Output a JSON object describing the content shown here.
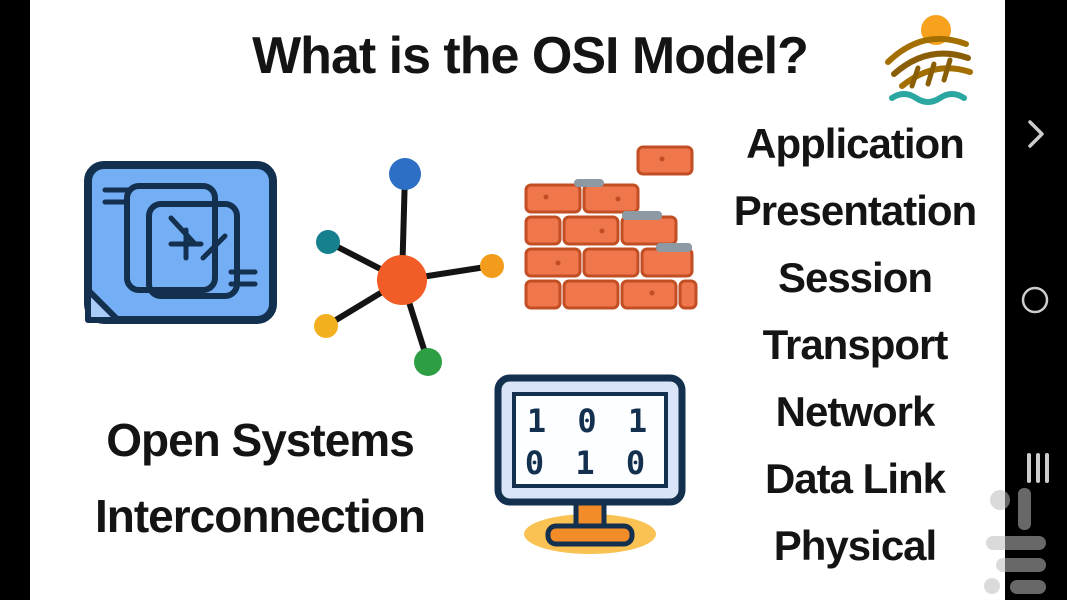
{
  "title": "What is the OSI Model?",
  "osi": {
    "full_name_line1": "Open Systems",
    "full_name_line2": "Interconnection",
    "layers": [
      "Application",
      "Presentation",
      "Session",
      "Transport",
      "Network",
      "Data Link",
      "Physical"
    ]
  },
  "monitor": {
    "binary_line1": "1 0 1",
    "binary_line2": "0 1 0"
  },
  "icons": {
    "schematic": "blueprint-schematic-icon",
    "network": "network-hub-icon",
    "firewall": "brick-wall-icon",
    "monitor": "binary-monitor-icon",
    "logo": "sun-field-logo",
    "nav_back": "chevron-right-icon",
    "nav_home": "circle-outline-icon",
    "nav_recents": "vertical-bars-icon",
    "watermark": "watermark-logo"
  },
  "colors": {
    "hub_orange": "#F25C26",
    "brick_orange": "#F0764C",
    "schematic_blue": "#74AEF5",
    "node_blue": "#2D6FC4",
    "node_teal": "#17808F",
    "node_orange": "#F29B1D",
    "node_yellow": "#F2B01F",
    "node_green": "#2E9E44",
    "outline_navy": "#13304F",
    "text": "#141414",
    "sun_orange": "#F6A21E",
    "wave_teal": "#2AA7A0"
  }
}
